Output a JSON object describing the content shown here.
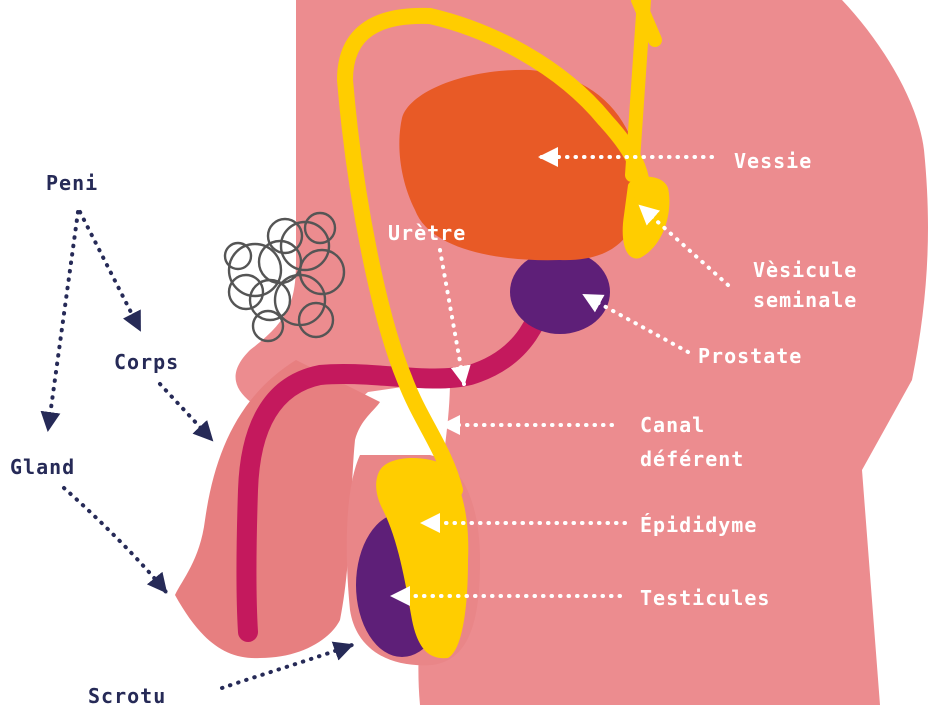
{
  "colors": {
    "body": "#ec8c8f",
    "penis": "#e77f80",
    "urethra": "#c4195d",
    "bladder": "#e85a26",
    "duct": "#ffcd00",
    "gland": "#5e1f78",
    "hair": "#555555",
    "arrow_dark": "#262a57",
    "arrow_light": "#ffffff"
  },
  "labels": {
    "peni": "Peni",
    "corps": "Corps",
    "gland": "Gland",
    "scrotu": "Scrotu",
    "uretre": "Urètre",
    "vessie": "Vessie",
    "vesicule_line1": "Vèsicule",
    "vesicule_line2": "seminale",
    "prostate": "Prostate",
    "canal_line1": "Canal",
    "canal_line2": "déférent",
    "epididyme": "Épididyme",
    "testicules": "Testicules"
  }
}
